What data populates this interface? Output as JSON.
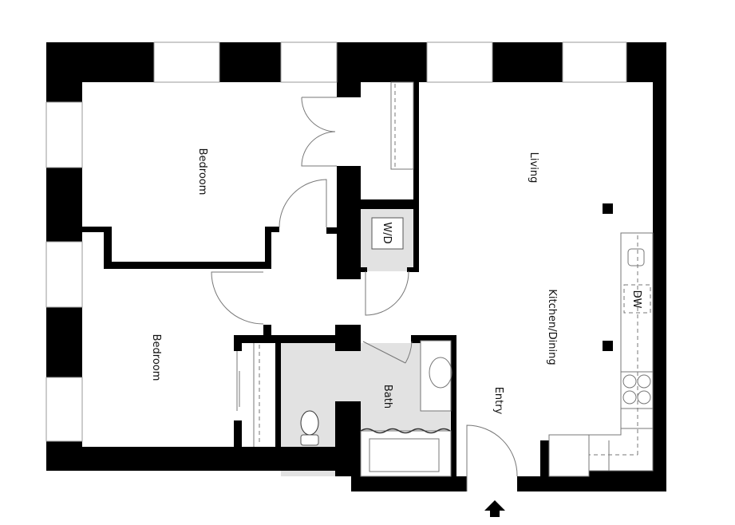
{
  "rooms": {
    "bedroom_1": "Bedroom",
    "bedroom_2": "Bedroom",
    "living": "Living",
    "kitchen_dining": "Kitchen/Dining",
    "bath": "Bath",
    "entry": "Entry",
    "laundry": "W/D",
    "dishwasher": "DW"
  },
  "icons": {
    "entrance": "entrance-arrow-icon"
  },
  "colors": {
    "wall": "#000000",
    "wet_area": "#e2e2e2",
    "fixture_line": "#777777"
  }
}
